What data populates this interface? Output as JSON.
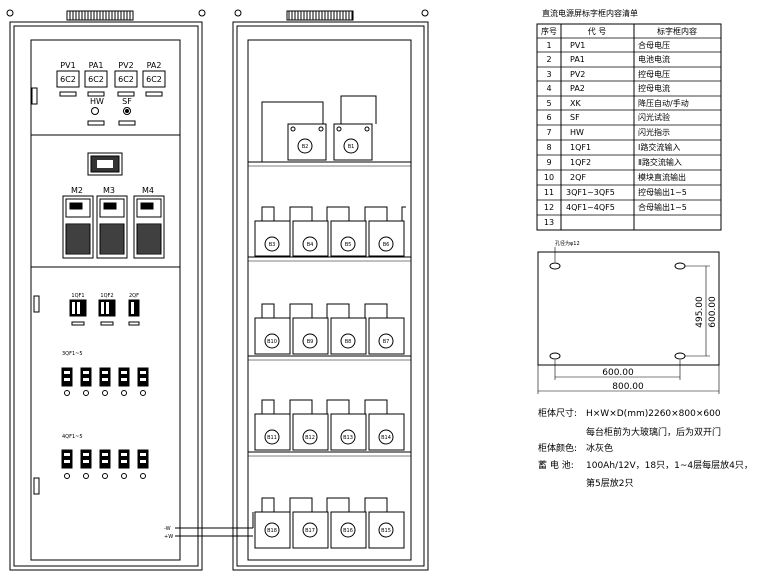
{
  "front": {
    "meters": [
      "PV1",
      "PA1",
      "PV2",
      "PA2"
    ],
    "meter_code": "6C2",
    "lamps": [
      "HW",
      "SF"
    ],
    "modules": [
      "M2",
      "M3",
      "M4"
    ],
    "breakers": [
      "1QF1",
      "1QF2",
      "2QF"
    ],
    "group3_label": "3QF1~5",
    "group4_label": "4QF1~5",
    "bus_labels": [
      "-W",
      "+W"
    ]
  },
  "rear": {
    "row1": [
      "B2",
      "B1"
    ],
    "row2": [
      "B3",
      "B4",
      "B5",
      "B6"
    ],
    "row3": [
      "B10",
      "B9",
      "B8",
      "B7"
    ],
    "row4": [
      "B11",
      "B12",
      "B13",
      "B14"
    ],
    "row5": [
      "B18",
      "B17",
      "B16",
      "B15"
    ]
  },
  "table": {
    "title": "直流电源屏标字框内容清单",
    "headers": [
      "序号",
      "代 号",
      "标字框内容"
    ],
    "rows": [
      [
        "1",
        "PV1",
        "合母电压"
      ],
      [
        "2",
        "PA1",
        "电池电流"
      ],
      [
        "3",
        "PV2",
        "控母电压"
      ],
      [
        "4",
        "PA2",
        "控母电流"
      ],
      [
        "5",
        "XK",
        "降压自动/手动"
      ],
      [
        "6",
        "SF",
        "闪光试验"
      ],
      [
        "7",
        "HW",
        "闪光指示"
      ],
      [
        "8",
        "1QF1",
        "Ⅰ路交流输入"
      ],
      [
        "9",
        "1QF2",
        "Ⅱ路交流输入"
      ],
      [
        "10",
        "2QF",
        "模块直流输出"
      ],
      [
        "11",
        "3QF1~3QF5",
        "控母输出1~5"
      ],
      [
        "12",
        "4QF1~4QF5",
        "合母输出1~5"
      ],
      [
        "13",
        "",
        ""
      ]
    ]
  },
  "base_plan": {
    "hole_note": "孔径为φ12",
    "dim_inner_w": "600.00",
    "dim_outer_w": "800.00",
    "dim_inner_h": "495.00",
    "dim_outer_h": "600.00"
  },
  "notes": {
    "size_label": "柜体尺寸:",
    "size_value": "H×W×D(mm)2260×800×600",
    "door_note": "每台柜前为大玻璃门，后为双开门",
    "color_label": "柜体颜色:",
    "color_value": "冰灰色",
    "battery_label": "蓄 电 池:",
    "battery_value": "100Ah/12V，18只，1~4层每层放4只，",
    "battery_value2": "第5层放2只"
  }
}
